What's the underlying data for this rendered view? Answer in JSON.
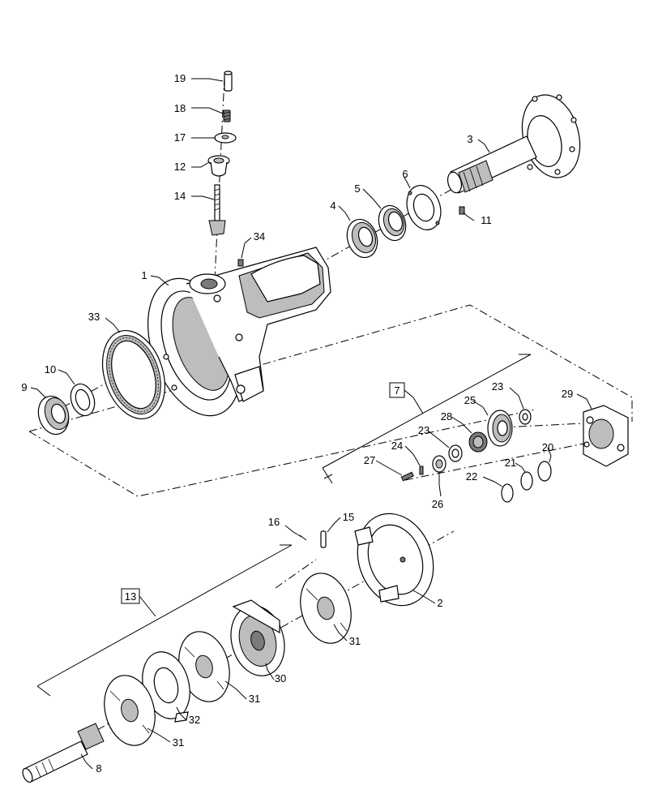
{
  "callouts": {
    "c1": "1",
    "c2": "2",
    "c3": "3",
    "c4": "4",
    "c5": "5",
    "c6": "6",
    "c7": "7",
    "c8": "8",
    "c9": "9",
    "c10": "10",
    "c11": "11",
    "c12": "12",
    "c13": "13",
    "c14": "14",
    "c15": "15",
    "c16": "16",
    "c17": "17",
    "c18": "18",
    "c19": "19",
    "c20": "20",
    "c21": "21",
    "c22": "22",
    "c23a": "23",
    "c23b": "23",
    "c24": "24",
    "c25": "25",
    "c26": "26",
    "c27": "27",
    "c28": "28",
    "c29": "29",
    "c30": "30",
    "c31a": "31",
    "c31b": "31",
    "c31c": "31",
    "c32": "32",
    "c33": "33",
    "c34": "34"
  }
}
